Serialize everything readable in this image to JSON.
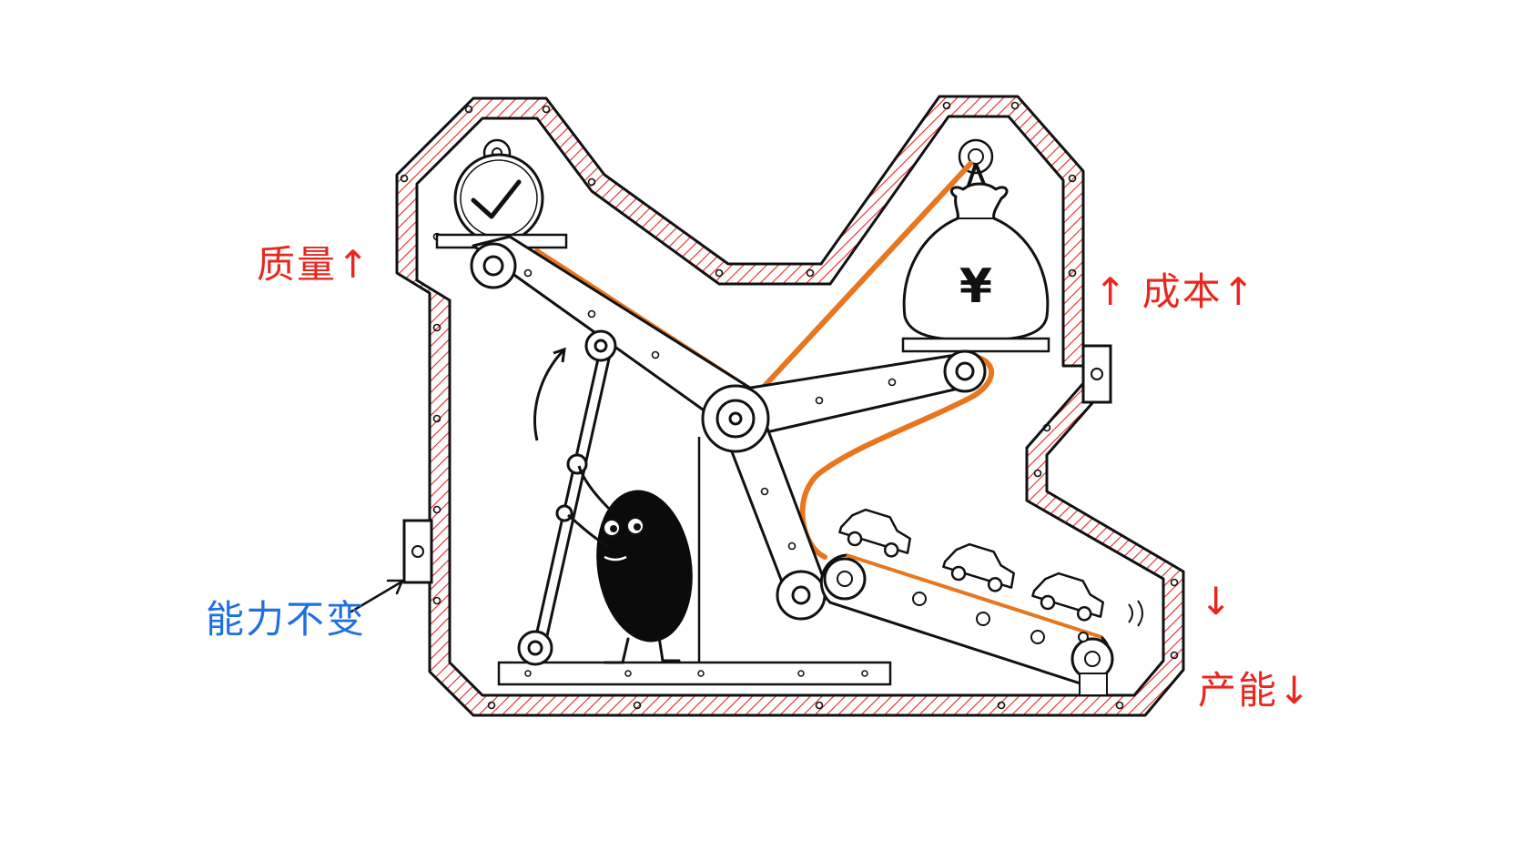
{
  "labels": {
    "quality": "质量",
    "cost": "成本",
    "capacity": "产能",
    "ability": "能力不变"
  },
  "arrows": {
    "up": "↑",
    "down": "↓"
  },
  "money_symbol": "¥",
  "colors": {
    "frame_hatch": "#e8271f",
    "label_red": "#e8271f",
    "label_blue": "#1f6fe0",
    "belt": "#e8761f",
    "ink": "#111111"
  },
  "icons": [
    "check-icon",
    "money-bag-icon",
    "car-icon",
    "gear-pulley-icon",
    "arrow-icon"
  ]
}
